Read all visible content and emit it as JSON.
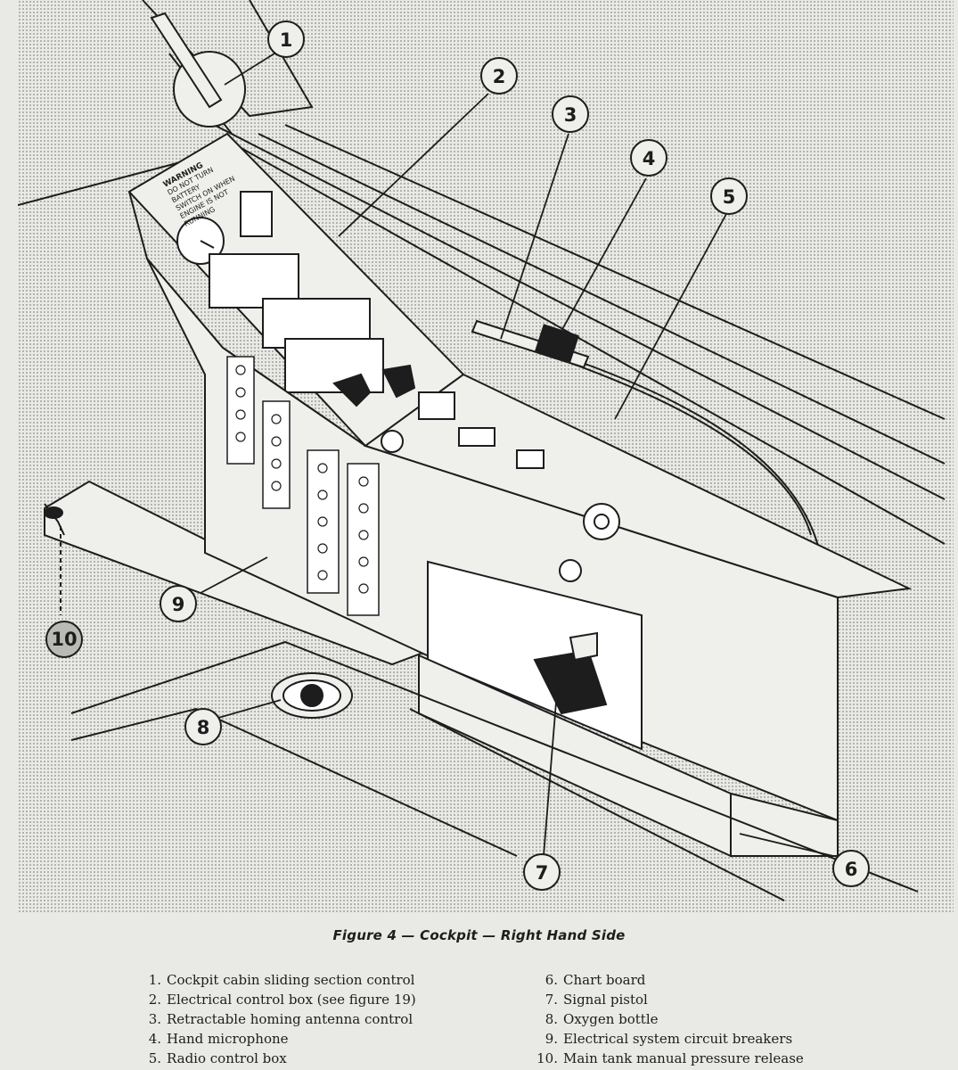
{
  "figure": {
    "caption": "Figure 4 — Cockpit — Right Hand Side",
    "warning_placard": [
      "WARNING",
      "DO NOT TURN",
      "BATTERY",
      "SWITCH ON WHEN",
      "ENGINE IS NOT",
      "RUNNING"
    ]
  },
  "callouts": [
    "1",
    "2",
    "3",
    "4",
    "5",
    "6",
    "7",
    "8",
    "9",
    "10"
  ],
  "legend": [
    {
      "num": "1.",
      "text": "Cockpit cabin sliding section control"
    },
    {
      "num": "2.",
      "text": "Electrical control box (see figure 19)"
    },
    {
      "num": "3.",
      "text": "Retractable homing antenna control"
    },
    {
      "num": "4.",
      "text": "Hand microphone"
    },
    {
      "num": "5.",
      "text": "Radio control box"
    },
    {
      "num": "6.",
      "text": "Chart board"
    },
    {
      "num": "7.",
      "text": "Signal pistol"
    },
    {
      "num": "8.",
      "text": "Oxygen bottle"
    },
    {
      "num": "9.",
      "text": "Electrical system circuit breakers"
    },
    {
      "num": "10.",
      "text": "Main tank manual pressure release"
    }
  ],
  "colors": {
    "paper": "#e9e9e5",
    "ink": "#1d1d1d",
    "dot": "#8a8a8a",
    "panel": "#efefec",
    "callout10": "#b9b9b5"
  }
}
